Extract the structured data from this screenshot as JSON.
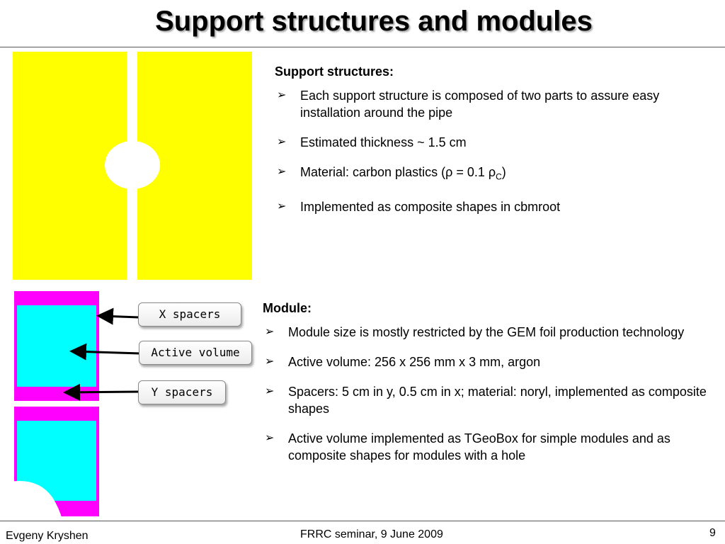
{
  "title": "Support structures and modules",
  "support": {
    "heading": "Support structures:",
    "items": [
      "Each support structure is composed of two parts to assure easy installation around the pipe",
      "Estimated thickness ~ 1.5 cm",
      "Material: carbon plastics (ρ = 0.1 ρ",
      "Implemented as composite shapes in cbmroot"
    ],
    "material_subscript": "C",
    "material_close": ")"
  },
  "module": {
    "heading": "Module:",
    "items": [
      "Module size is mostly restricted by the GEM foil production technology",
      "Active volume: 256 x 256 mm x 3 mm, argon",
      "Spacers: 5 cm in y, 0.5 cm in x; material: noryl, implemented as composite shapes",
      "Active volume implemented as TGeoBox for simple modules and as composite shapes for modules with a hole"
    ]
  },
  "bullet_symbol": "➢",
  "callouts": {
    "x_spacers": "X spacers",
    "active_volume": "Active volume",
    "y_spacers": "Y spacers"
  },
  "footer": {
    "author": "Evgeny Kryshen",
    "event": "FRRC seminar, 9 June 2009",
    "page": "9"
  },
  "colors": {
    "support_structure": "#ffff00",
    "spacer": "#ff00ff",
    "active_volume": "#00ffff"
  }
}
